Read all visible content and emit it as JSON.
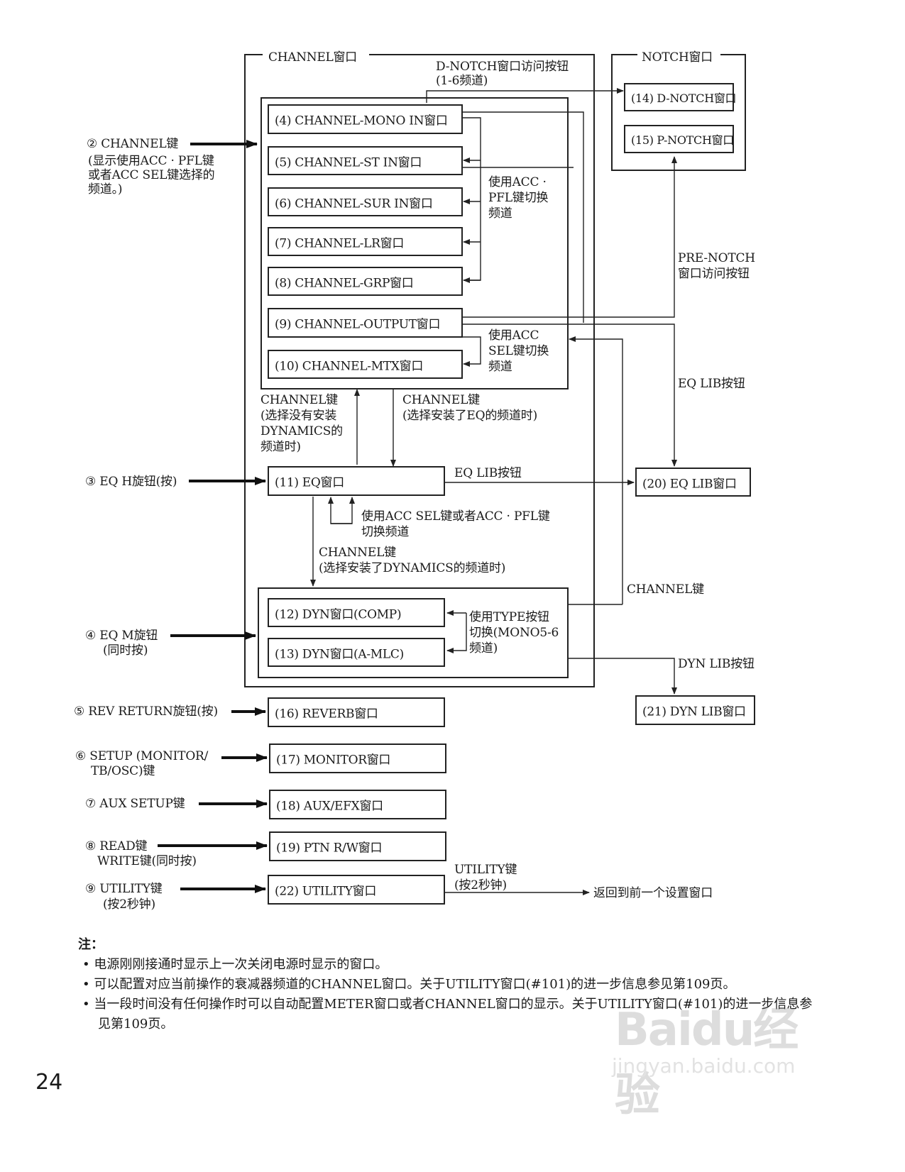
{
  "groups": {
    "channel_title": "CHANNEL窗口",
    "notch_title": "NOTCH窗口"
  },
  "boxes": {
    "mono_in": "(4) CHANNEL-MONO IN窗口",
    "st_in": "(5) CHANNEL-ST IN窗口",
    "sur_in": "(6) CHANNEL-SUR IN窗口",
    "lr": "(7) CHANNEL-LR窗口",
    "grp": "(8) CHANNEL-GRP窗口",
    "output": "(9) CHANNEL-OUTPUT窗口",
    "mtx": "(10) CHANNEL-MTX窗口",
    "eq": "(11) EQ窗口",
    "dyn_comp": "(12) DYN窗口(COMP)",
    "dyn_amlc": "(13) DYN窗口(A-MLC)",
    "d_notch": "(14) D-NOTCH窗口",
    "p_notch": "(15) P-NOTCH窗口",
    "reverb": "(16) REVERB窗口",
    "monitor": "(17) MONITOR窗口",
    "aux_efx": "(18) AUX/EFX窗口",
    "ptn_rw": "(19) PTN R/W窗口",
    "eq_lib": "(20) EQ LIB窗口",
    "dyn_lib": "(21) DYN LIB窗口",
    "utility": "(22) UTILITY窗口"
  },
  "keys": {
    "channel_key": "② CHANNEL键",
    "channel_key_note1": "(显示使用ACC · PFL键",
    "channel_key_note2": "或者ACC SEL键选择的",
    "channel_key_note3": "频道。)",
    "eq_h": "③ EQ H旋钮(按)",
    "eq_m": "④ EQ M旋钮",
    "eq_m_note": "(同时按)",
    "rev_return": "⑤ REV RETURN旋钮(按)",
    "setup1": "⑥ SETUP (MONITOR/",
    "setup2": "TB/OSC)键",
    "aux_setup": "⑦ AUX SETUP键",
    "read": "⑧ READ键",
    "write": "WRITE键(同时按)",
    "utility_key": "⑨ UTILITY键",
    "utility_key_note": "(按2秒钟)"
  },
  "labels": {
    "dnotch_btn1": "D-NOTCH窗口访问按钮",
    "dnotch_btn2": "(1-6频道)",
    "acc_pfl1": "使用ACC ·",
    "acc_pfl2": "PFL键切换",
    "acc_pfl3": "频道",
    "acc_sel1": "使用ACC",
    "acc_sel2": "SEL键切换",
    "acc_sel3": "频道",
    "prenotch1": "PRE-NOTCH",
    "prenotch2": "窗口访问按钮",
    "eqlib_btn_right": "EQ LIB按钮",
    "ch_nodyn1": "CHANNEL键",
    "ch_nodyn2": "(选择没有安装",
    "ch_nodyn3": "DYNAMICS的",
    "ch_nodyn4": "频道时)",
    "ch_eq1": "CHANNEL键",
    "ch_eq2": "(选择安装了EQ的频道时)",
    "eqlib_btn_mid": "EQ LIB按钮",
    "eq_switch1": "使用ACC SEL键或者ACC · PFL键",
    "eq_switch2": "切换频道",
    "ch_dyn1": "CHANNEL键",
    "ch_dyn2": "(选择安装了DYNAMICS的频道时)",
    "channel_key_right": "CHANNEL键",
    "type1": "使用TYPE按钮",
    "type2": "切换(MONO5-6",
    "type3": "频道)",
    "dynlib_btn": "DYN LIB按钮",
    "util_key1": "UTILITY键",
    "util_key2": "(按2秒钟)",
    "return_prev": "返回到前一个设置窗口"
  },
  "notes": {
    "head": "注：",
    "items": [
      "• 电源刚刚接通时显示上一次关闭电源时显示的窗口。",
      "• 可以配置对应当前操作的衰减器频道的CHANNEL窗口。关于UTILITY窗口(#101)的进一步信息参见第109页。",
      "• 当一段时间没有任何操作时可以自动配置METER窗口或者CHANNEL窗口的显示。关于UTILITY窗口(#101)的进一步信息参见第109页。"
    ]
  },
  "page_number": "24",
  "watermark": {
    "brand": "Baidu经验",
    "url": "jingyan.baidu.com"
  }
}
